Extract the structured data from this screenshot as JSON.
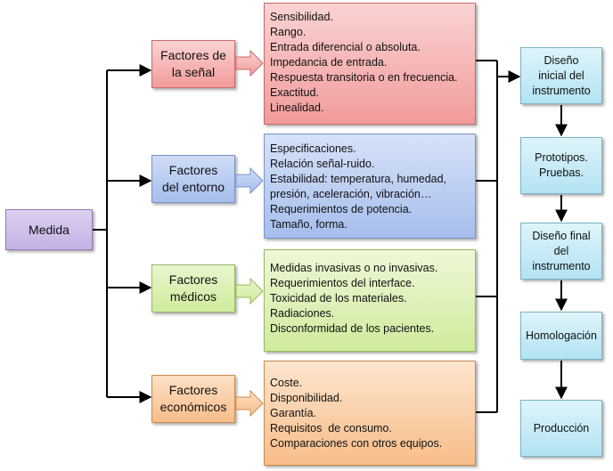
{
  "medida": {
    "label": "Medida"
  },
  "factors": [
    {
      "line1": "Factores de",
      "line2": "la señal"
    },
    {
      "line1": "Factores",
      "line2": "del entorno"
    },
    {
      "line1": "Factores",
      "line2": "médicos"
    },
    {
      "line1": "Factores",
      "line2": "económicos"
    }
  ],
  "details": [
    {
      "items": [
        "Sensibilidad.",
        "Rango.",
        "Entrada diferencial o absoluta.",
        "Impedancia de entrada.",
        "Respuesta transitoria o en frecuencia.",
        "Exactitud.",
        "Linealidad."
      ]
    },
    {
      "items": [
        "Especificaciones.",
        "Relación señal-ruido.",
        "Estabilidad: temperatura, humedad,",
        "presión, aceleración, vibración…",
        "Requerimientos de potencia.",
        "Tamaño, forma."
      ]
    },
    {
      "items": [
        "Medidas invasivas o no invasivas.",
        "Requerimientos del interface.",
        "Toxicidad de los materiales.",
        "Radiaciones.",
        "Disconformidad de los pacientes."
      ]
    },
    {
      "items": [
        "Coste.",
        "Disponibilidad.",
        "Garantía.",
        "Requisitos  de consumo.",
        "Comparaciones con otros equipos."
      ]
    }
  ],
  "steps": [
    {
      "lines": [
        "Diseño",
        "inicial del",
        "instrumento"
      ]
    },
    {
      "lines": [
        "Prototipos.",
        "Pruebas."
      ]
    },
    {
      "lines": [
        "Diseño final",
        "del",
        "instrumento"
      ]
    },
    {
      "lines": [
        "Homologación"
      ]
    },
    {
      "lines": [
        "Producción"
      ]
    }
  ],
  "colors": {
    "connector": "#000000",
    "medida_fill": "#c9b8e6",
    "signal_fill": "#f4a9a9",
    "environment_fill": "#b1c6ef",
    "medical_fill": "#d6eea8",
    "economic_fill": "#f8c393",
    "step_fill": "#bfe8f4"
  }
}
